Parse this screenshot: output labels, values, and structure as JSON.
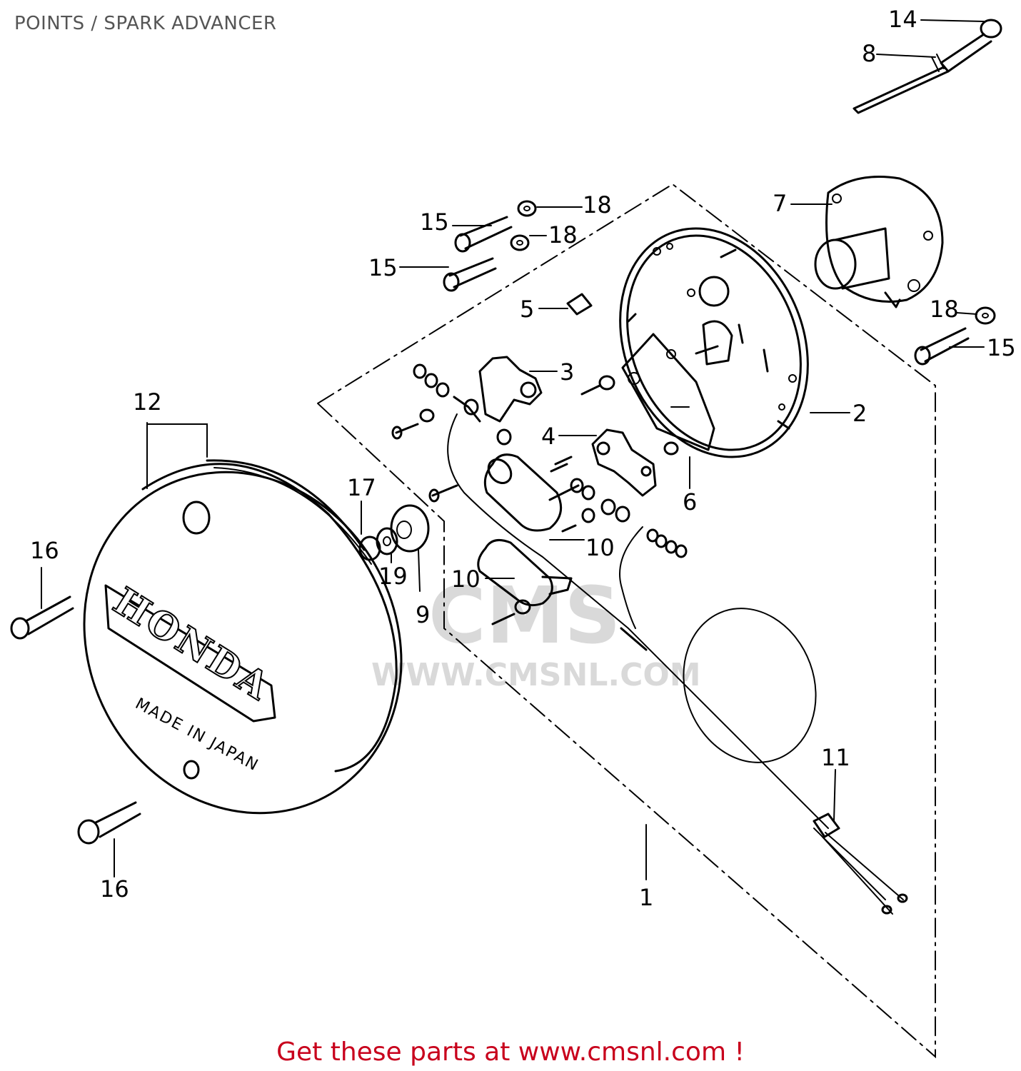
{
  "title": "POINTS / SPARK ADVANCER",
  "footer": "Get these parts at www.cmsnl.com !",
  "watermark": {
    "brand": "CMS",
    "url": "WWW.CMSNL.COM"
  },
  "cover_text": {
    "brand": "HONDA",
    "origin": "MADE IN JAPAN"
  },
  "callouts": {
    "c14": "14",
    "c8": "8",
    "c7": "7",
    "c18a": "18",
    "c18b": "18",
    "c18c": "18",
    "c15a": "15",
    "c15b": "15",
    "c15c": "15",
    "c5": "5",
    "c3": "3",
    "c2": "2",
    "c4": "4",
    "c6": "6",
    "c12": "12",
    "c17": "17",
    "c16a": "16",
    "c16b": "16",
    "c19": "19",
    "c9": "9",
    "c10a": "10",
    "c10b": "10",
    "c11": "11",
    "c1": "1"
  },
  "colors": {
    "footer": "#c8001c",
    "title": "#555555",
    "watermark": "#d9d9d9"
  }
}
